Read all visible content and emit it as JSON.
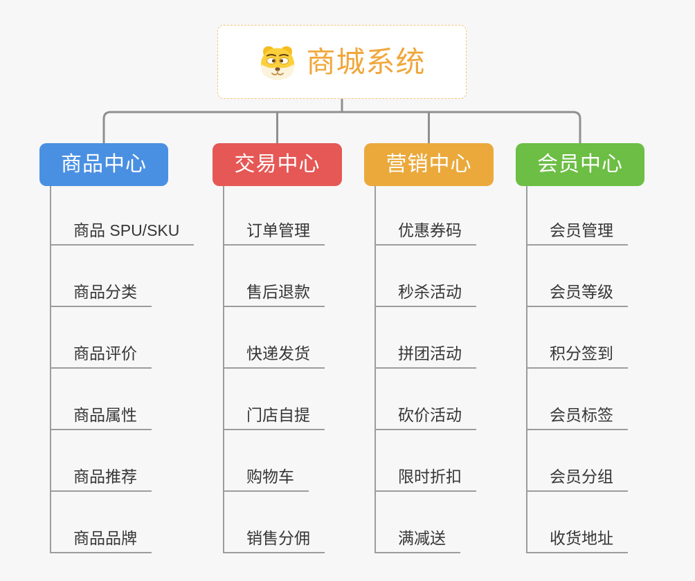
{
  "root": {
    "title": "商城系统",
    "icon": "dog-mascot-icon",
    "accent_color": "#f0a73b",
    "border_color": "#f2c479"
  },
  "connector_color": "#8f8f8f",
  "branches": [
    {
      "label": "商品中心",
      "color": "#4a90e2",
      "items": [
        "商品 SPU/SKU",
        "商品分类",
        "商品评价",
        "商品属性",
        "商品推荐",
        "商品品牌"
      ]
    },
    {
      "label": "交易中心",
      "color": "#e55855",
      "items": [
        "订单管理",
        "售后退款",
        "快递发货",
        "门店自提",
        "购物车",
        "销售分佣"
      ]
    },
    {
      "label": "营销中心",
      "color": "#eba93b",
      "items": [
        "优惠券码",
        "秒杀活动",
        "拼团活动",
        "砍价活动",
        "限时折扣",
        "满减送"
      ]
    },
    {
      "label": "会员中心",
      "color": "#6cbe44",
      "items": [
        "会员管理",
        "会员等级",
        "积分签到",
        "会员标签",
        "会员分组",
        "收货地址"
      ]
    }
  ]
}
